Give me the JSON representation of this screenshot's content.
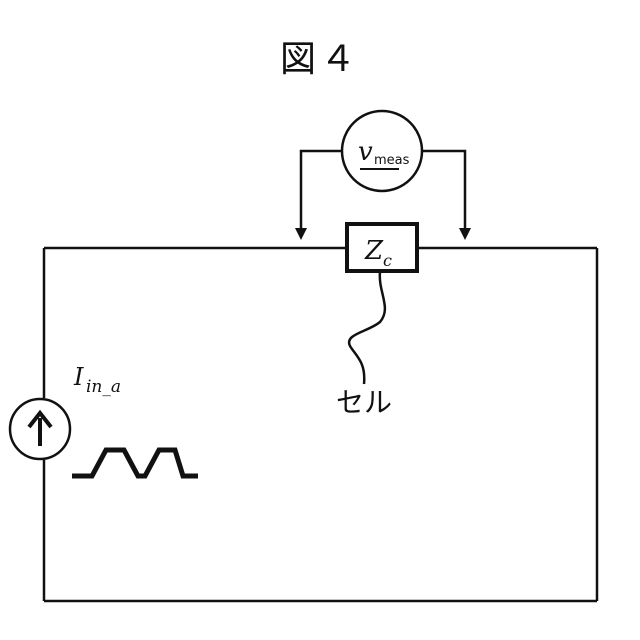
{
  "figure": {
    "title": "図４"
  },
  "voltmeter": {
    "symbol": "v",
    "subscript": "meas"
  },
  "impedance": {
    "symbol": "Z",
    "subscript": "c"
  },
  "current_source": {
    "symbol": "I",
    "subscript": "in_a"
  },
  "cell_label": "セル",
  "colors": {
    "line": "#111111",
    "background": "#ffffff"
  },
  "icons": {
    "source": "up-arrow-in-circle",
    "waveform": "trapezoidal-pulse-wave"
  }
}
